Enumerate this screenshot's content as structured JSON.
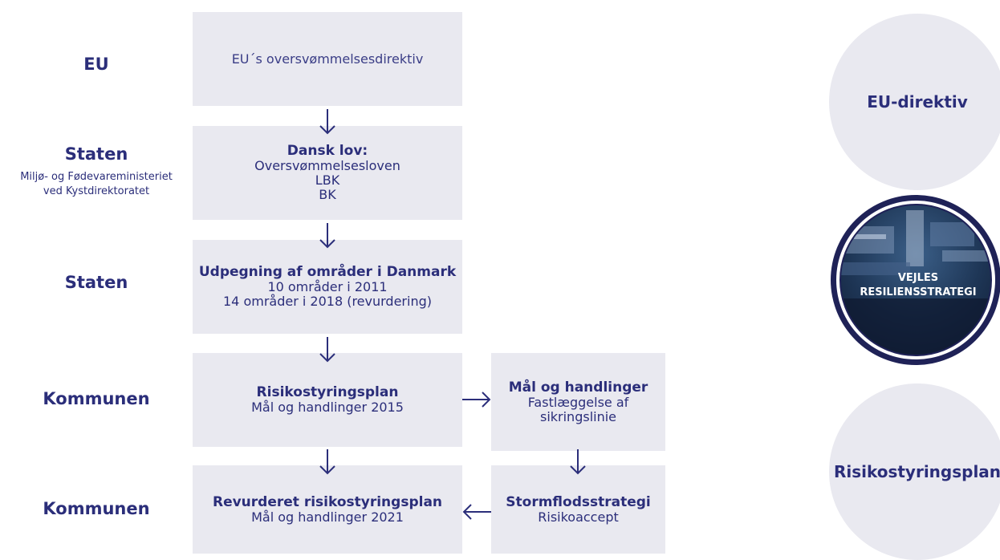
{
  "levels": [
    {
      "title": "EU",
      "sub": []
    },
    {
      "title": "Staten",
      "sub": [
        "Miljø- og Fødevareministeriet",
        "ved Kystdirektoratet"
      ]
    },
    {
      "title": "Staten",
      "sub": []
    },
    {
      "title": "Kommunen",
      "sub": []
    },
    {
      "title": "Kommunen",
      "sub": []
    }
  ],
  "boxes": {
    "eu_directive": {
      "lines": [
        "EU´s oversvømmelsesdirektiv"
      ]
    },
    "danish_law": {
      "title": "Dansk lov:",
      "lines": [
        "Oversvømmelsesloven",
        "LBK",
        "BK"
      ]
    },
    "designation": {
      "title": "Udpegning af områder i Danmark",
      "lines": [
        "10 områder i 2011",
        "14 områder i 2018 (revurdering)"
      ]
    },
    "risk_plan": {
      "title": "Risikostyringsplan",
      "lines": [
        "Mål og handlinger 2015"
      ]
    },
    "revised_plan": {
      "title": "Revurderet risikostyringsplan",
      "lines": [
        "Mål og handlinger 2021"
      ]
    },
    "goals": {
      "title": "Mål og handlinger",
      "lines": [
        "Fastlæggelse af",
        "sikringslinie"
      ]
    },
    "storm": {
      "title": "Stormflodsstrategi",
      "lines": [
        "Risikoaccept"
      ]
    }
  },
  "circles": {
    "eu": "EU-direktiv",
    "strategy": [
      "VEJLES",
      "RESILIENSSTRATEGI"
    ],
    "risk": "Risikostyringsplan"
  },
  "colors": {
    "navy": "#2b2e7a",
    "box_fill": "#e9e9f0",
    "ring": "#1f2257"
  }
}
